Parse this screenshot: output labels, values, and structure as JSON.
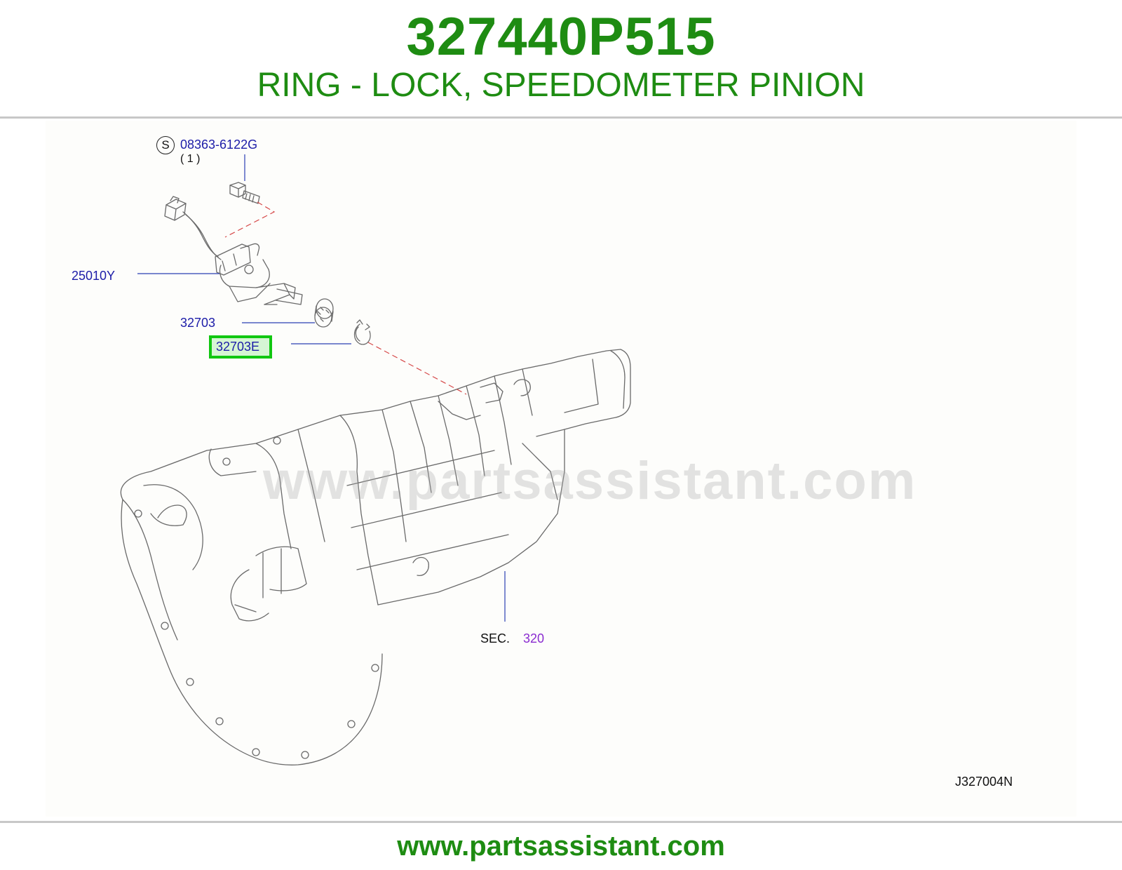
{
  "header": {
    "part_number": "327440P515",
    "part_name": "RING - LOCK, SPEEDOMETER PINION"
  },
  "diagram": {
    "bolt_symbol": "S",
    "bolt_part": "08363-6122G",
    "bolt_qty": "( 1 )",
    "sensor_part": "25010Y",
    "pinion_part": "32703",
    "ring_part": "32703E",
    "section_prefix": "SEC.",
    "section_number": "320",
    "diagram_code": "J327004N",
    "watermark": "www.partsassistant.com"
  },
  "footer": {
    "url": "www.partsassistant.com"
  },
  "colors": {
    "title_green": "#1e8c12",
    "label_blue": "#1c1ca8",
    "section_purple": "#8a2bd0",
    "highlight_green": "#11c711"
  }
}
